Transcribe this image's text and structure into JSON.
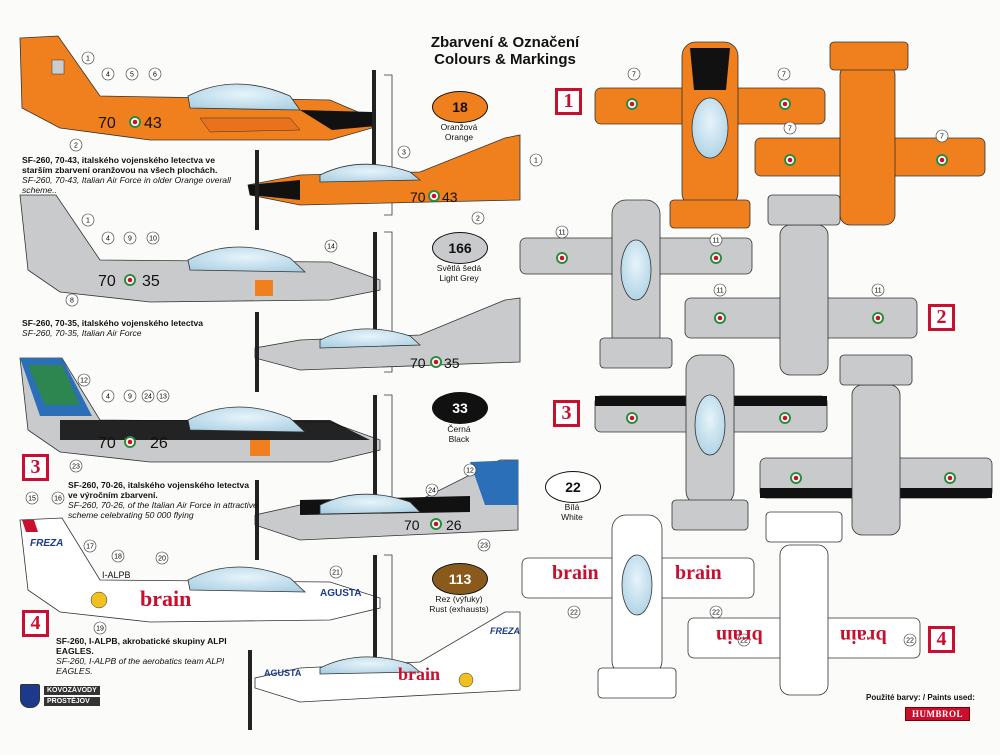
{
  "header": {
    "title_cz": "Zbarvení & Označení",
    "title_en": "Colours & Markings"
  },
  "colors": {
    "orange": "#f0801e",
    "light_grey": "#c9cacc",
    "black": "#111111",
    "white": "#ffffff",
    "rust": "#8a5a1c",
    "badge_red": "#c8102e"
  },
  "paints": [
    {
      "code": "18",
      "name_cz": "Oranžová",
      "name_en": "Orange"
    },
    {
      "code": "166",
      "name_cz": "Světlá šedá",
      "name_en": "Light Grey"
    },
    {
      "code": "33",
      "name_cz": "Černá",
      "name_en": "Black"
    },
    {
      "code": "22",
      "name_cz": "Bílá",
      "name_en": "White"
    },
    {
      "code": "113",
      "name_cz": "Rez (výfuky)",
      "name_en": "Rust (exhausts)"
    }
  ],
  "schemes": [
    {
      "number": "1",
      "caption_cz": "SF-260, 70-43, italského vojenského letectva ve starším zbarvení oranžovou na všech plochách.",
      "caption_en": "SF-260, 70-43, Italian Air Force in older Orange overall scheme..",
      "code_a": "70",
      "code_b": "43"
    },
    {
      "number": "2",
      "caption_cz": "SF-260, 70-35, italského vojenského letectva",
      "caption_en": "SF-260, 70-35, Italian Air Force",
      "code_a": "70",
      "code_b": "35"
    },
    {
      "number": "3",
      "caption_cz": "SF-260, 70-26, italského vojenského letectva ve výročním zbarvení.",
      "caption_en": "SF-260, 70-26, of the Italian Air Force in attractive scheme celebrating 50 000 flying",
      "code_a": "70",
      "code_b": "26"
    },
    {
      "number": "4",
      "caption_cz": "SF-260, I-ALPB, akrobatické skupiny ALPI EAGLES.",
      "caption_en": "SF-260, I-ALPB of the aerobatics team ALPI EAGLES.",
      "registration": "I-ALPB",
      "brand": "brain",
      "sponsor": "AGUSTA",
      "frecce": "FREZA"
    }
  ],
  "footer": {
    "paints_used": "Použité barvy: / Paints used:",
    "brand": "HUMBROL",
    "logo_top": "KOVOZÁVODY",
    "logo_bottom": "PROSTĚJOV"
  },
  "callouts": [
    "1",
    "2",
    "3",
    "4",
    "5",
    "6",
    "7",
    "8",
    "9",
    "10",
    "11",
    "12",
    "13",
    "14",
    "15",
    "16",
    "17",
    "18",
    "19",
    "20",
    "21",
    "22",
    "23",
    "24"
  ]
}
